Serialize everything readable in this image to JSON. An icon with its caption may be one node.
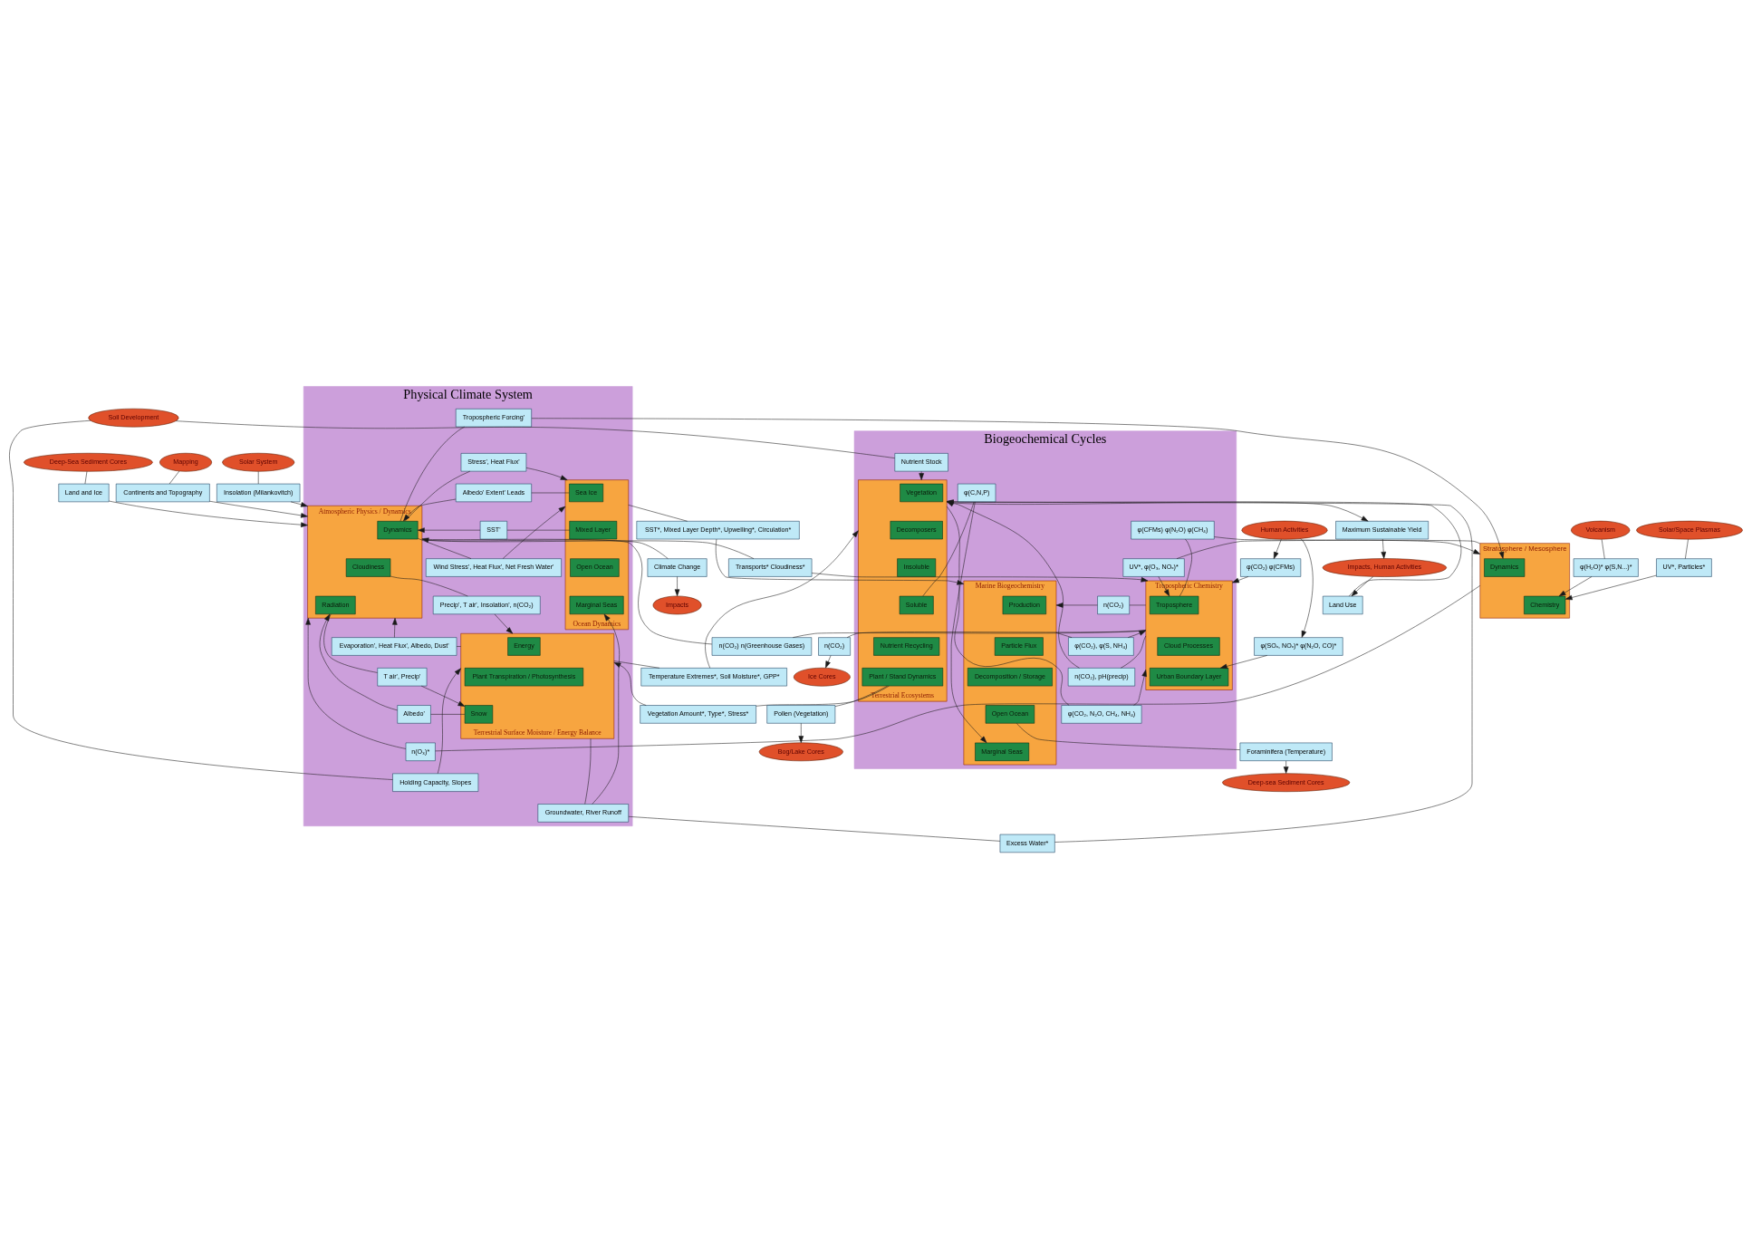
{
  "diagram": {
    "nodes": [
      {
        "text": [
          "Deep-Sea Sediment Cores"
        ]
      },
      {
        "text": [
          "Mapping"
        ]
      },
      {
        "text": [
          "Solar System"
        ]
      },
      {
        "text": [
          "Land and Ice"
        ]
      },
      {
        "text": [
          "Continents and Topography"
        ]
      },
      {
        "text": [
          "Insolation (Milankovitch)"
        ]
      },
      {
        "text": [
          "Physical Climate System"
        ]
      },
      {
        "text": [
          "Atmospheric Physics / Dynamics"
        ],
        "in": 6
      },
      {
        "text": [
          "Dynamics"
        ],
        "in": 7
      },
      {
        "text": [
          "Cloudiness"
        ],
        "in": 7
      },
      {
        "text": [
          "Radiation"
        ],
        "in": 7
      },
      {
        "text": [
          "Climate Change"
        ]
      },
      {
        "text": [
          "Impacts"
        ]
      },
      {
        "text": [
          "Tropospheric Forcing'"
        ],
        "in": 6
      },
      {
        "text": [
          "Stress', Heat Flux'"
        ],
        "in": 6
      },
      {
        "text": [
          "Albedo' Extent' Leads"
        ],
        "in": 6
      },
      {
        "text": [
          "SST'"
        ],
        "in": 6
      },
      {
        "text": [
          "Wind Stress', Heat Flux', Net Fresh Water'"
        ],
        "in": 6
      },
      {
        "text": [
          "Precip', T air', Insolation', n(CO₂)"
        ],
        "in": 6
      },
      {
        "text": [
          "Evaporation', Heat Flux', Albedo, Dust'"
        ],
        "in": 6
      },
      {
        "text": [
          "T air', Precip'"
        ],
        "in": 6
      },
      {
        "text": [
          "Albedo'"
        ],
        "in": 6
      },
      {
        "text": [
          "n(O₃)*"
        ],
        "in": 6
      },
      {
        "text": [
          "Ocean Dynamics"
        ],
        "in": 6
      },
      {
        "text": [
          "Sea Ice"
        ],
        "in": 23
      },
      {
        "text": [
          "Mixed Layer"
        ],
        "in": 23
      },
      {
        "text": [
          "Open Ocean"
        ],
        "in": 23
      },
      {
        "text": [
          "Marginal Seas"
        ],
        "in": 23
      },
      {
        "text": [
          "Holding Capacity, Slopes"
        ],
        "in": 6
      },
      {
        "text": [
          "Terrestrial Surface Moisture / Energy Balance"
        ],
        "in": 6
      },
      {
        "text": [
          "Energy"
        ],
        "in": 29
      },
      {
        "text": [
          "Plant Transpiration / Photosynthesis"
        ],
        "in": 29
      },
      {
        "text": [
          "Snow"
        ],
        "in": 29
      },
      {
        "text": [
          "Groundwater, River Runoff"
        ],
        "in": 6
      },
      {
        "text": [
          "Stratosphere / Mesosphere"
        ]
      },
      {
        "text": [
          "Dynamics"
        ],
        "in": 34
      },
      {
        "text": [
          "Chemistry"
        ],
        "in": 34
      },
      {
        "text": [
          "Volcanism"
        ]
      },
      {
        "text": [
          "φ(H₂O)* φ(S,N...)*"
        ]
      },
      {
        "text": [
          "Solar/Space Plasmas"
        ]
      },
      {
        "text": [
          "UV*, Particles*"
        ]
      },
      {
        "text": [
          "Transports* Cloudiness*"
        ]
      },
      {
        "text": [
          "SST*, Mixed Layer Depth*, Upwelling*, Circulation*"
        ]
      },
      {
        "text": [
          "Soil Development"
        ]
      },
      {
        "text": [
          "Excess Water*"
        ]
      },
      {
        "text": [
          "Temperature Extremes*, Soil Moisture*, GPP*"
        ]
      },
      {
        "text": [
          "Vegetation Amount*, Type*, Stress*"
        ]
      },
      {
        "text": [
          "n(CO₂) n(Greenhouse Gases)"
        ]
      },
      {
        "text": [
          "Biogeochemical Cycles"
        ]
      },
      {
        "text": [
          "Marine Biogeochemistry"
        ],
        "in": 48
      },
      {
        "text": [
          "Production"
        ],
        "in": 49
      },
      {
        "text": [
          "Particle Flux"
        ],
        "in": 49
      },
      {
        "text": [
          "Decomposition / Storage"
        ],
        "in": 49
      },
      {
        "text": [
          "Open Ocean"
        ],
        "in": 49
      },
      {
        "text": [
          "Marginal Seas"
        ],
        "in": 49
      },
      {
        "text": [
          "Nutrient Stock"
        ],
        "in": 48
      },
      {
        "text": [
          "φ(C,N,P)"
        ],
        "in": 48
      },
      {
        "text": [
          "Terrestrial Ecosystems"
        ],
        "in": 48
      },
      {
        "text": [
          "Vegetation"
        ],
        "in": 57
      },
      {
        "text": [
          "Decomposers"
        ],
        "in": 57
      },
      {
        "text": [
          "Insoluble"
        ],
        "in": 57
      },
      {
        "text": [
          "Soluble"
        ],
        "in": 57
      },
      {
        "text": [
          "Nutrient Recycling"
        ],
        "in": 57
      },
      {
        "text": [
          "Plant / Stand Dynamics"
        ],
        "in": 57
      },
      {
        "text": [
          "Maximum Sustainable Yield"
        ]
      },
      {
        "text": [
          "Impacts, Human Activities"
        ]
      },
      {
        "text": [
          "Land Use"
        ]
      },
      {
        "text": [
          "φ(CFMs) φ(N₂O) φ(CH₄)"
        ],
        "in": 48
      },
      {
        "text": [
          "UV*, φ(O₃, NOₓ)*"
        ],
        "in": 48
      },
      {
        "text": [
          "n(CO₂)"
        ],
        "in": 48
      },
      {
        "text": [
          "φ(CO₂), φ(S, NH₄)"
        ],
        "in": 48
      },
      {
        "text": [
          "n(CO₂), pH(precip)"
        ],
        "in": 48
      },
      {
        "text": [
          "φ(CO₂, N₂O, CH₄, NH₄)"
        ],
        "in": 48
      },
      {
        "text": [
          "φ(CO₂) φ(CFMs)"
        ]
      },
      {
        "text": [
          "Human Activities"
        ]
      },
      {
        "text": [
          "φ(SOₓ, NOₓ)* φ(N₂O, CO)*"
        ]
      },
      {
        "text": [
          "Tropospheric Chemistry"
        ],
        "in": 48
      },
      {
        "text": [
          "Troposphere"
        ],
        "in": 76
      },
      {
        "text": [
          "Cloud Processes"
        ],
        "in": 76
      },
      {
        "text": [
          "Urban Boundary Layer"
        ],
        "in": 76
      },
      {
        "text": [
          "Foraminifera (Temperature)"
        ]
      },
      {
        "text": [
          "n(CO₂)"
        ]
      },
      {
        "text": [
          "Pollen (Vegetation)"
        ]
      },
      {
        "text": [
          "Deep-sea Sediment Cores"
        ]
      },
      {
        "text": [
          "Ice Cores"
        ]
      },
      {
        "text": [
          "Bog/Lake Cores"
        ]
      }
    ],
    "edges": [
      {
        "from": 0,
        "to": 3,
        "arrow": "none"
      },
      {
        "from": 3,
        "to": 7,
        "arrow": "to"
      },
      {
        "from": 1,
        "to": 4,
        "arrow": "none"
      },
      {
        "from": 4,
        "to": 7,
        "arrow": "to"
      },
      {
        "from": 2,
        "to": 5,
        "arrow": "none"
      },
      {
        "from": 5,
        "to": 7,
        "arrow": "to"
      },
      {
        "from": 7,
        "to": 11,
        "arrow": "none"
      },
      {
        "from": 11,
        "to": 12,
        "arrow": "to"
      },
      {
        "from": 8,
        "to": 13,
        "arrow": "none"
      },
      {
        "from": 13,
        "to": 35,
        "arrow": "to"
      },
      {
        "from": 8,
        "to": 14,
        "arrow": "none"
      },
      {
        "from": 14,
        "to": 23,
        "arrow": "to"
      },
      {
        "from": 24,
        "to": 15,
        "arrow": "none"
      },
      {
        "from": 15,
        "to": 8,
        "arrow": "to"
      },
      {
        "from": 25,
        "to": 16,
        "arrow": "none"
      },
      {
        "from": 16,
        "to": 8,
        "arrow": "to"
      },
      {
        "from": 8,
        "to": 17,
        "arrow": "none"
      },
      {
        "from": 17,
        "to": 23,
        "arrow": "to"
      },
      {
        "from": 9,
        "to": 18,
        "arrow": "none"
      },
      {
        "from": 18,
        "to": 29,
        "arrow": "to"
      },
      {
        "from": 29,
        "to": 19,
        "arrow": "none"
      },
      {
        "from": 19,
        "to": 7,
        "arrow": "to"
      },
      {
        "from": 10,
        "to": 20,
        "arrow": "none"
      },
      {
        "from": 20,
        "to": 32,
        "arrow": "to"
      },
      {
        "from": 32,
        "to": 21,
        "arrow": "none"
      },
      {
        "from": 21,
        "to": 10,
        "arrow": "to"
      },
      {
        "from": 34,
        "to": 22,
        "arrow": "none"
      },
      {
        "from": 22,
        "to": 7,
        "arrow": "to"
      },
      {
        "from": 7,
        "to": 41,
        "arrow": "none"
      },
      {
        "from": 41,
        "to": 76,
        "arrow": "to"
      },
      {
        "from": 23,
        "to": 42,
        "arrow": "none"
      },
      {
        "from": 42,
        "to": 49,
        "arrow": "to"
      },
      {
        "from": 28,
        "to": 29,
        "arrow": "to"
      },
      {
        "from": 43,
        "to": 28,
        "arrow": "none"
      },
      {
        "from": 43,
        "to": 55,
        "arrow": "none"
      },
      {
        "from": 55,
        "to": 57,
        "arrow": "to"
      },
      {
        "from": 29,
        "to": 33,
        "arrow": "none"
      },
      {
        "from": 33,
        "to": 27,
        "arrow": "to"
      },
      {
        "from": 33,
        "to": 44,
        "arrow": "none"
      },
      {
        "from": 44,
        "to": 57,
        "arrow": "to"
      },
      {
        "from": 29,
        "to": 45,
        "arrow": "none"
      },
      {
        "from": 45,
        "to": 57,
        "arrow": "to"
      },
      {
        "from": 63,
        "to": 46,
        "arrow": "none"
      },
      {
        "from": 46,
        "to": 29,
        "arrow": "to"
      },
      {
        "from": 76,
        "to": 47,
        "arrow": "none"
      },
      {
        "from": 47,
        "to": 7,
        "arrow": "to"
      },
      {
        "from": 37,
        "to": 38,
        "arrow": "none"
      },
      {
        "from": 38,
        "to": 36,
        "arrow": "to"
      },
      {
        "from": 39,
        "to": 40,
        "arrow": "none"
      },
      {
        "from": 40,
        "to": 36,
        "arrow": "to"
      },
      {
        "from": 77,
        "to": 67,
        "arrow": "none"
      },
      {
        "from": 67,
        "to": 34,
        "arrow": "to"
      },
      {
        "from": 34,
        "to": 68,
        "arrow": "none"
      },
      {
        "from": 68,
        "to": 77,
        "arrow": "to"
      },
      {
        "from": 53,
        "to": 80,
        "arrow": "none"
      },
      {
        "from": 80,
        "to": 83,
        "arrow": "to"
      },
      {
        "from": 57,
        "to": 64,
        "arrow": "to"
      },
      {
        "from": 64,
        "to": 65,
        "arrow": "to"
      },
      {
        "from": 65,
        "to": 66,
        "arrow": "to"
      },
      {
        "from": 66,
        "to": 57,
        "arrow": "to"
      },
      {
        "from": 74,
        "to": 73,
        "arrow": "to"
      },
      {
        "from": 73,
        "to": 76,
        "arrow": "to"
      },
      {
        "from": 74,
        "to": 75,
        "arrow": "to"
      },
      {
        "from": 75,
        "to": 79,
        "arrow": "to"
      },
      {
        "from": 57,
        "to": 72,
        "arrow": "none"
      },
      {
        "from": 72,
        "to": 76,
        "arrow": "to"
      },
      {
        "from": 76,
        "to": 71,
        "arrow": "none"
      },
      {
        "from": 71,
        "to": 57,
        "arrow": "to"
      },
      {
        "from": 49,
        "to": 70,
        "arrow": "none"
      },
      {
        "from": 70,
        "to": 76,
        "arrow": "to"
      },
      {
        "from": 76,
        "to": 69,
        "arrow": "none"
      },
      {
        "from": 69,
        "to": 49,
        "arrow": "to"
      },
      {
        "from": 61,
        "to": 56,
        "arrow": "none"
      },
      {
        "from": 56,
        "to": 54,
        "arrow": "to"
      },
      {
        "from": 76,
        "to": 81,
        "arrow": "none"
      },
      {
        "from": 81,
        "to": 84,
        "arrow": "to"
      },
      {
        "from": 63,
        "to": 82,
        "arrow": "none"
      },
      {
        "from": 82,
        "to": 85,
        "arrow": "to"
      }
    ]
  }
}
